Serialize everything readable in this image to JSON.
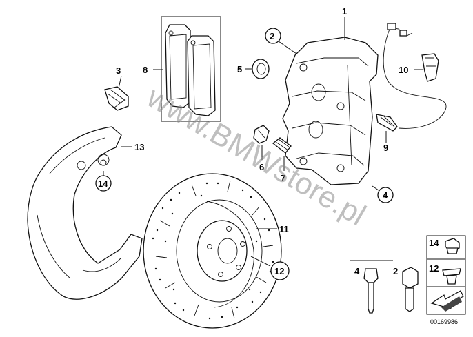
{
  "watermark": "www.BMWstore.pl",
  "diagram_code": "00169986",
  "colors": {
    "line": "#111111",
    "watermark": "#8a8a8a",
    "background": "#ffffff"
  },
  "labels": {
    "l1": "1",
    "l2": "2",
    "l3": "3",
    "l4": "4",
    "l5": "5",
    "l6": "6",
    "l7": "7",
    "l8": "8",
    "l9": "9",
    "l10": "10",
    "l11": "11",
    "l12": "12",
    "l13": "13",
    "l14": "14"
  },
  "legend": {
    "box_14": "14",
    "box_12": "12",
    "bolt_4": "4",
    "bolt_2": "2"
  }
}
